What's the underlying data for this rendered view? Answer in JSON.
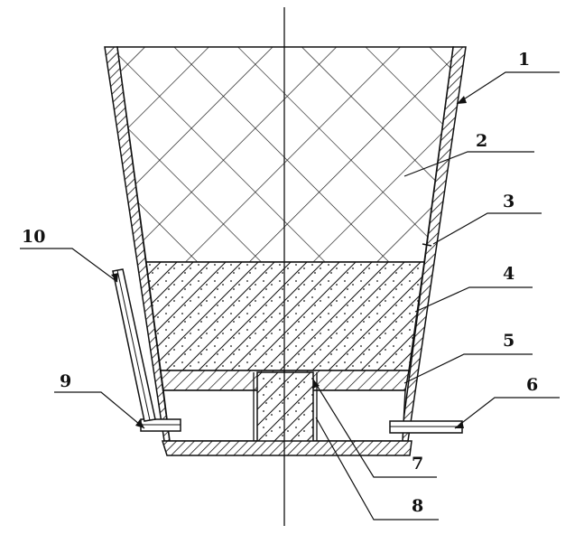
{
  "diagram": {
    "colors": {
      "ink": "#111111",
      "background": "#ffffff"
    },
    "labels": [
      {
        "id": "1",
        "text": "1"
      },
      {
        "id": "2",
        "text": "2"
      },
      {
        "id": "3",
        "text": "3"
      },
      {
        "id": "4",
        "text": "4"
      },
      {
        "id": "5",
        "text": "5"
      },
      {
        "id": "6",
        "text": "6"
      },
      {
        "id": "7",
        "text": "7"
      },
      {
        "id": "8",
        "text": "8"
      },
      {
        "id": "9",
        "text": "9"
      },
      {
        "id": "10",
        "text": "10"
      }
    ]
  }
}
